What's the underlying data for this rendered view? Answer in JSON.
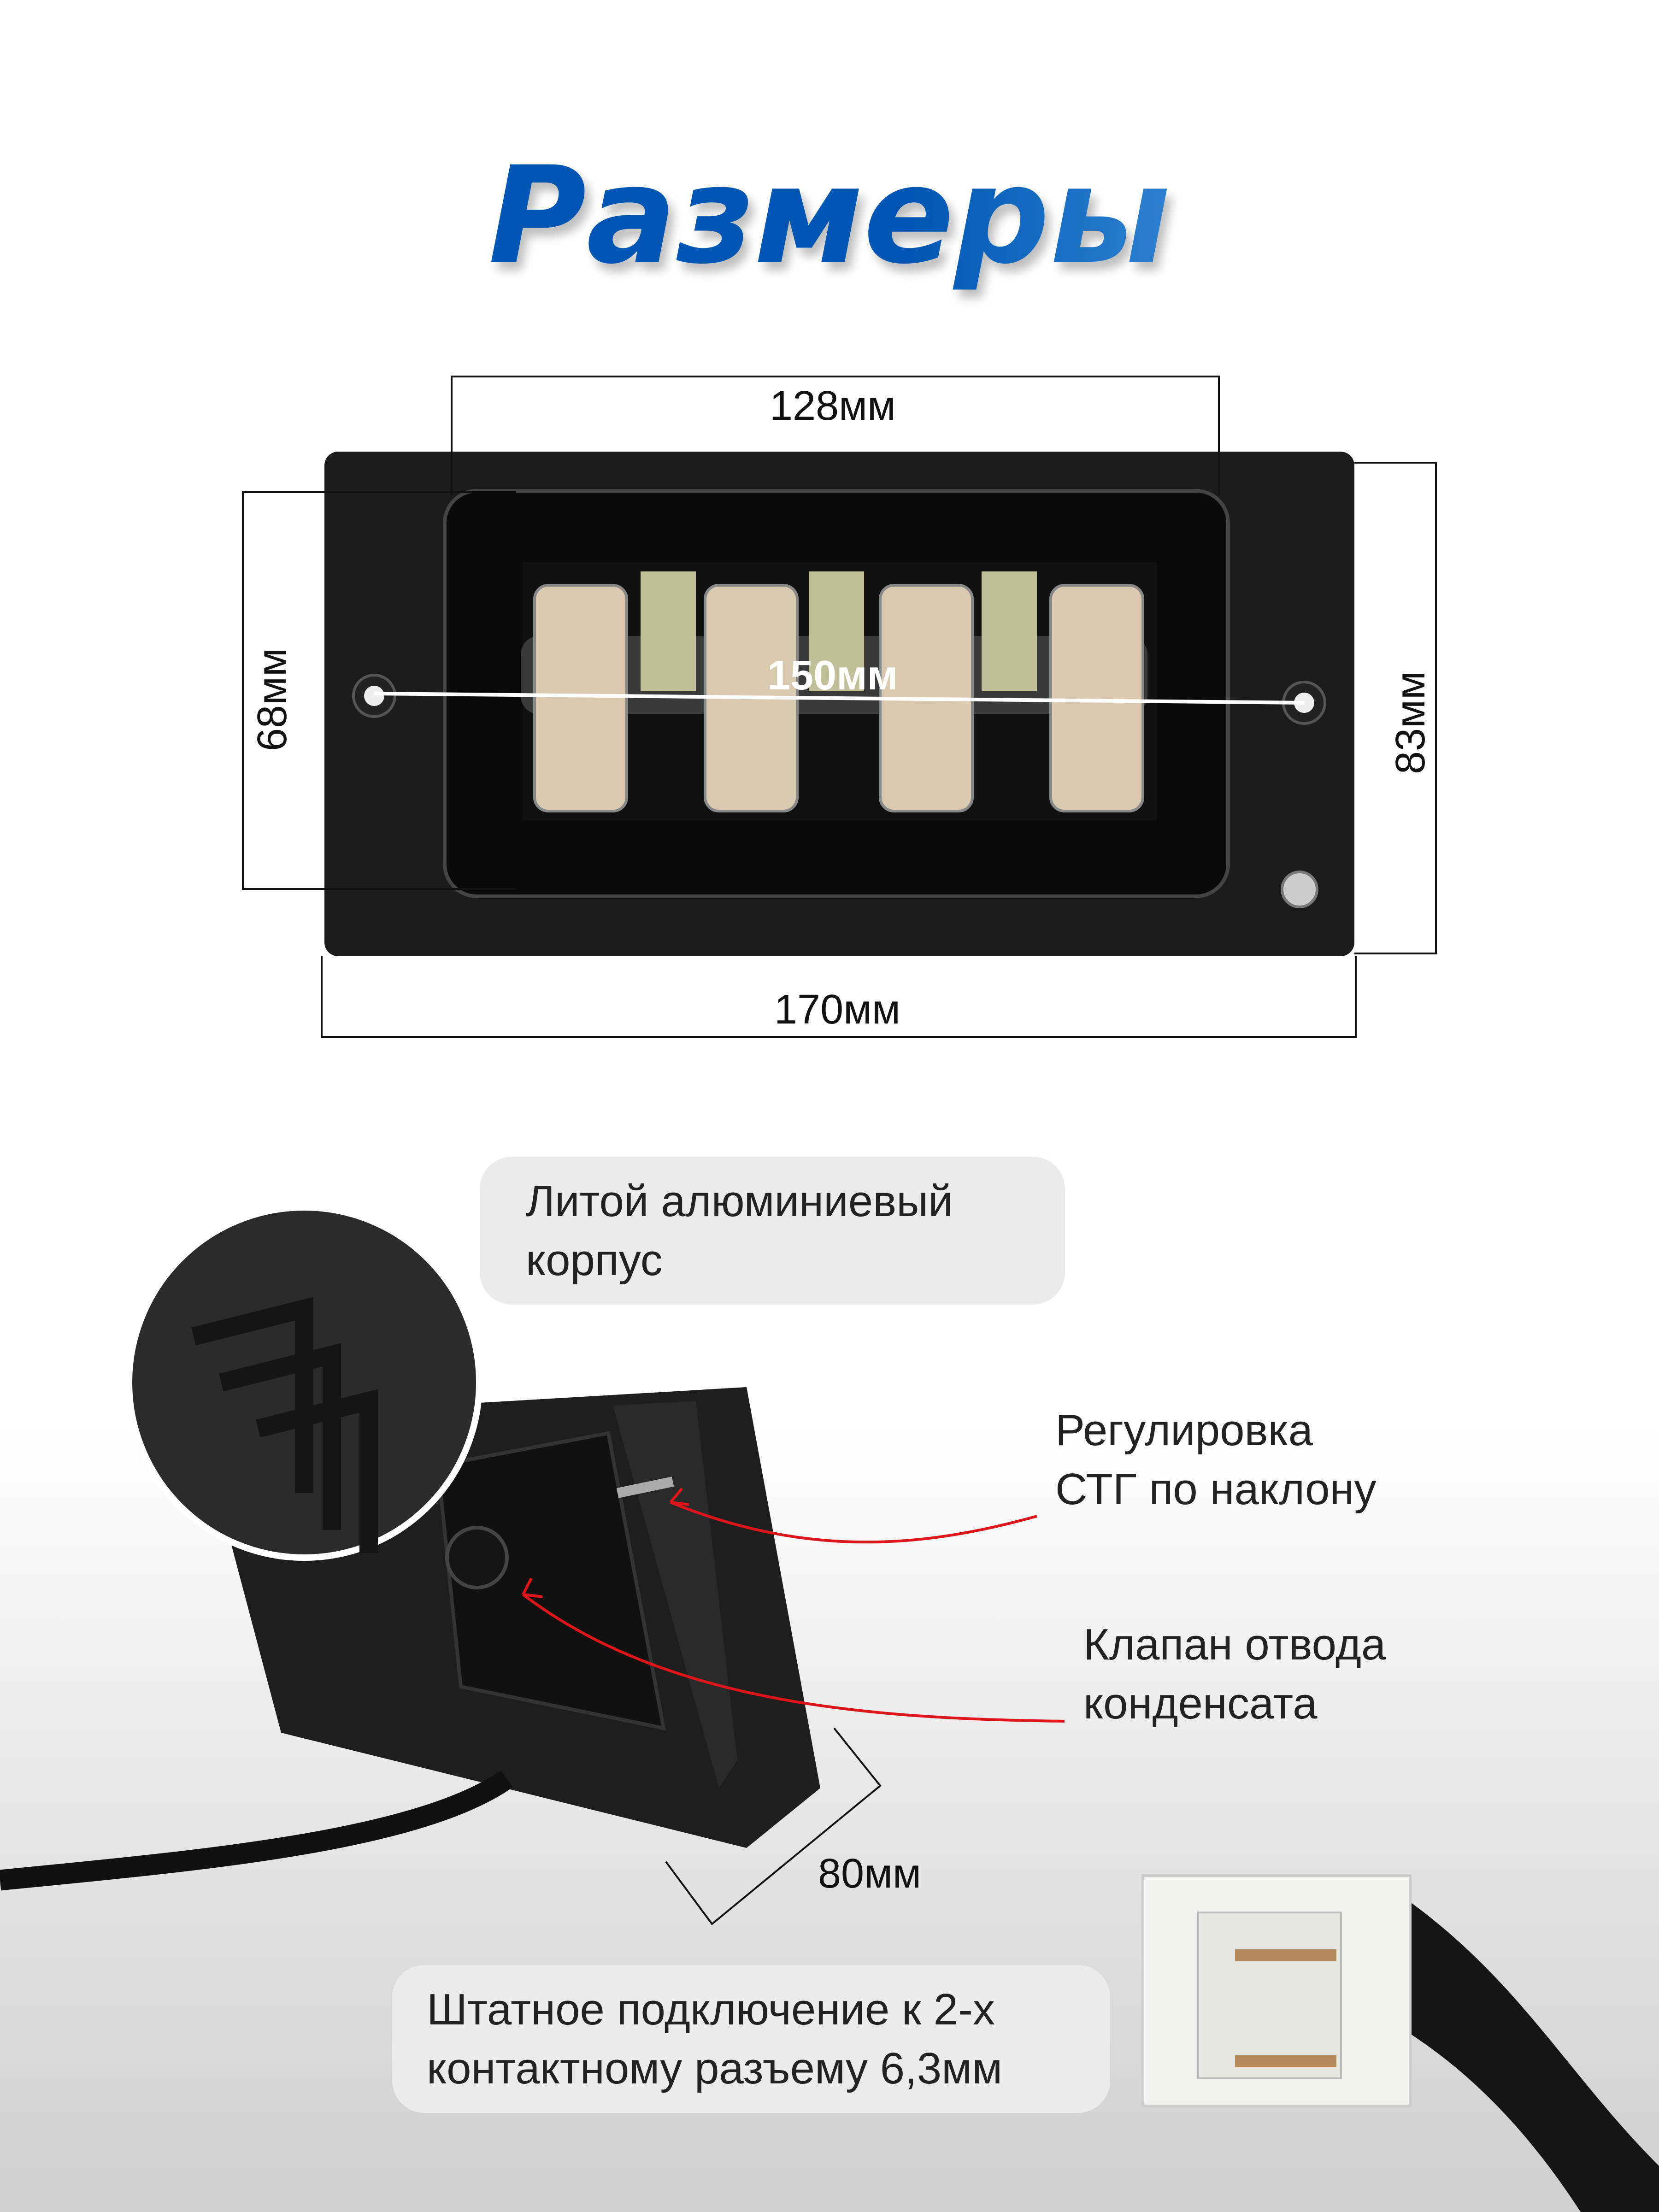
{
  "title": "Размеры",
  "dimensions": {
    "width_inner": "128мм",
    "height_inner": "68мм",
    "mount_spacing": "150мм",
    "height_outer": "83мм",
    "width_outer": "170мм",
    "depth": "80мм"
  },
  "callouts": {
    "housing": [
      "Литой алюминиевый",
      "корпус"
    ],
    "adjust": [
      "Регулировка",
      "СТГ по наклону"
    ],
    "valve": [
      "Клапан отвода",
      "конденсата"
    ],
    "connector": [
      "Штатное подключение к 2-х",
      "контактному разъему 6,3мм"
    ]
  },
  "colors": {
    "title_start": "#0057b3",
    "title_end": "#5aa6ea",
    "arrow": "#e0151b"
  }
}
